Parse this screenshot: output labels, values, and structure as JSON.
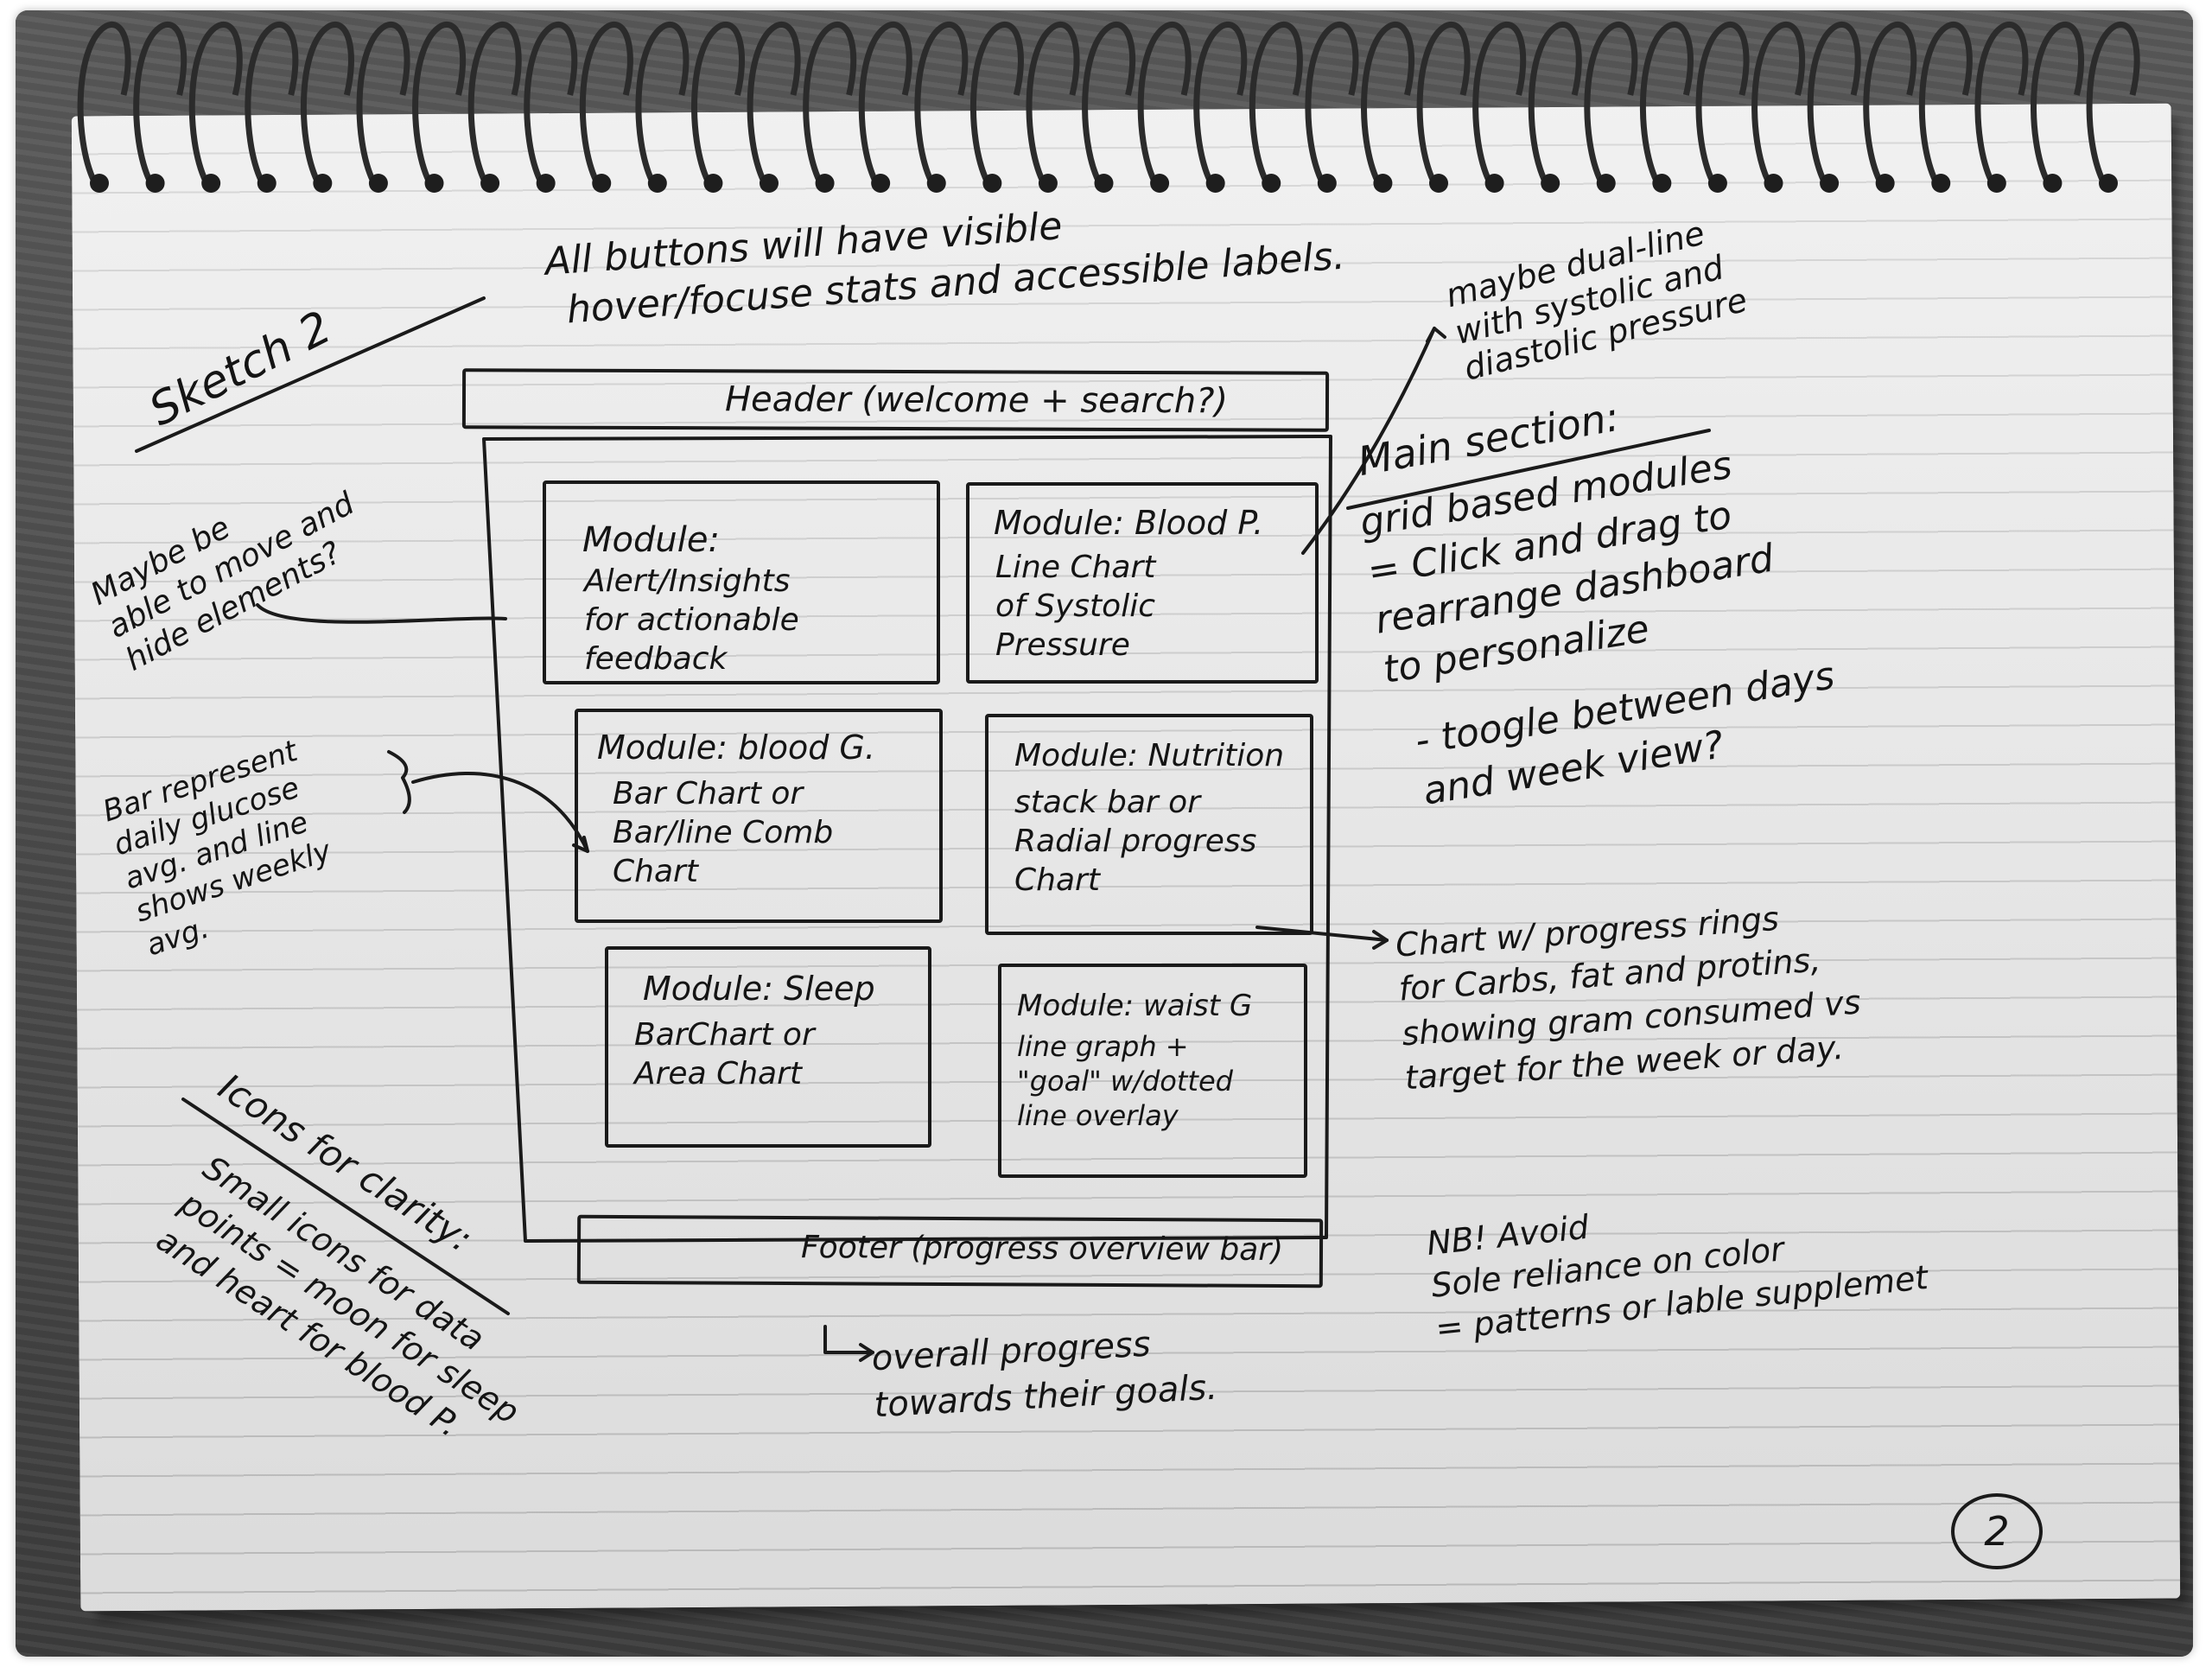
{
  "notes": {
    "top_line1": "All buttons will have visible",
    "top_line2": "hover/focuse stats and accessible labels.",
    "sketch_title": "Sketch 2",
    "move_hide": "Maybe be\nable to move and\nhide elements?",
    "dual_line": "maybe dual-line\nwith systolic and\ndiastolic pressure",
    "main_title": "Main section:",
    "main_body": "grid based modules\n= Click and drag to\nrearrange dashboard\nto personalize",
    "toggle": "- toogle between days\nand week view?",
    "bar_note": "Bar represent\ndaily glucose\navg. and line\nshows weekly\navg.",
    "rings_note": "Chart w/ progress rings\nfor Carbs, fat and protins,\nshowing gram consumed vs\ntarget for the week or day.",
    "nb_note": "NB! Avoid\nSole reliance on color\n= patterns or lable supplemet",
    "icons_title": "Icons for clarity:",
    "icons_body": "Small icons for data\npoints = moon for sleep\nand heart for blood P.",
    "overall": "overall progress\ntowards their goals.",
    "page_number": "2"
  },
  "wireframe": {
    "header": "Header (welcome + search?)",
    "footer": "Footer (progress overview bar)",
    "modules": [
      {
        "title": "Module:",
        "body": "Alert/Insights\nfor actionable\nfeedback"
      },
      {
        "title": "Module: Blood P.",
        "body": "Line Chart\nof Systolic\nPressure"
      },
      {
        "title": "Module: blood G.",
        "body": "Bar Chart or\nBar/line Comb\nChart"
      },
      {
        "title": "Module: Nutrition",
        "body": "stack bar or\nRadial progress\nChart"
      },
      {
        "title": "Module: Sleep",
        "body": "BarChart or\nArea Chart"
      },
      {
        "title": "Module: waist G",
        "body": "line graph +\n\"goal\" w/dotted\nline overlay"
      }
    ]
  }
}
